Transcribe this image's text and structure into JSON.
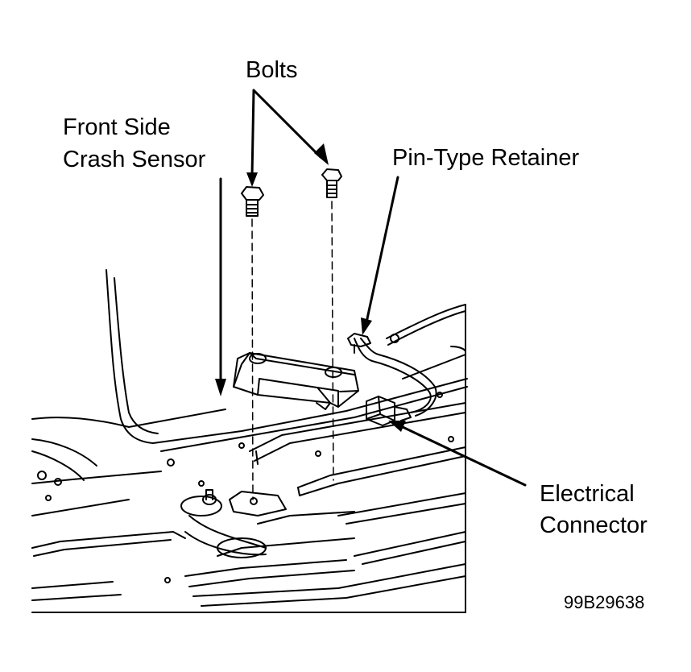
{
  "labels": {
    "bolts": "Bolts",
    "front_side_line1": "Front Side",
    "front_side_line2": "Crash Sensor",
    "pin_type_retainer": "Pin-Type Retainer",
    "electrical_line1": "Electrical",
    "electrical_line2": "Connector"
  },
  "figure_code": "99B29638",
  "colors": {
    "ink": "#000000",
    "paper": "#ffffff"
  }
}
